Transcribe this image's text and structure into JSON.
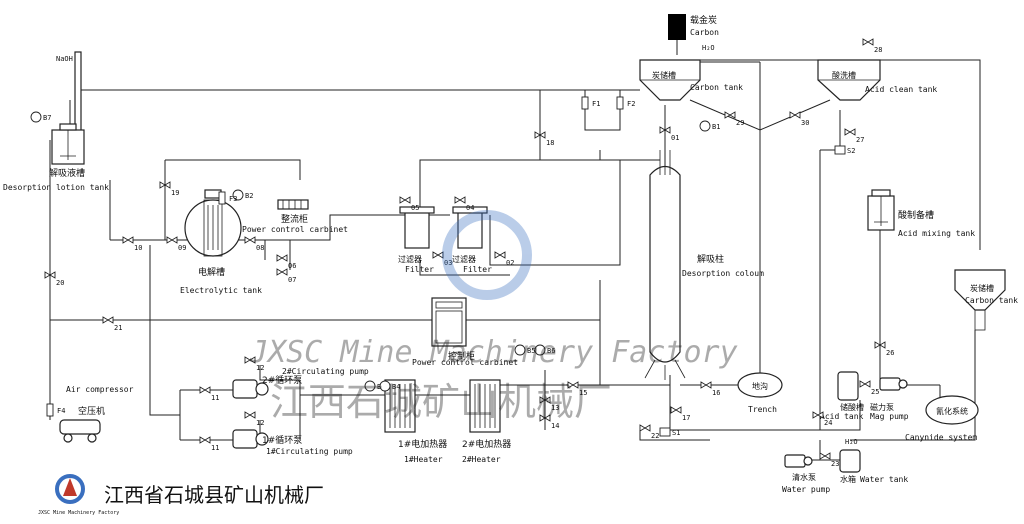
{
  "colors": {
    "line": "#222222",
    "carbon": "#000000",
    "watermark": "#3a6fbf",
    "accent_red": "#c0392b"
  },
  "labels": {
    "carbon_cn": "载金炭",
    "carbon_en": "Carbon",
    "h2o_top": "H₂O",
    "carbon_tank_cn": "炭储槽",
    "carbon_tank_en": "Carbon tank",
    "acid_clean_cn": "酸洗槽",
    "acid_clean_en": "Acid clean tank",
    "naoh": "NaOH",
    "desorption_lotion_cn": "解吸液槽",
    "desorption_lotion_en": "Desorption lotion tank",
    "electrolytic_cn": "电解槽",
    "electrolytic_en": "Electrolytic tank",
    "power_cab_cn": "整流柜",
    "power_cab_en": "Power control carbinet",
    "filter_cn_1": "过滤器",
    "filter_en_1": "Filter",
    "filter_cn_2": "过滤器",
    "filter_en_2": "Filter",
    "desorp_col_cn": "解吸柱",
    "desorp_col_en": "Desorption coloum",
    "acid_mix_cn": "酸制备槽",
    "acid_mix_en": "Acid mixing tank",
    "carbon_tank2_cn": "炭储槽",
    "carbon_tank2_en": "Carbon tank",
    "ctrl_cab_cn": "控制柜",
    "ctrl_cab_en": "Power control carbinet",
    "pump2_cn": "2#循环泵",
    "pump2_en": "2#Circulating pump",
    "pump1_cn": "1#循环泵",
    "pump1_en": "1#Circulating pump",
    "heater1_cn": "1#电加热器",
    "heater1_en": "1#Heater",
    "heater2_cn": "2#电加热器",
    "heater2_en": "2#Heater",
    "air_comp_en": "Air compressor",
    "air_comp_cn": "空压机",
    "trench_cn": "地沟",
    "trench_en": "Trench",
    "acid_tank_cn": "储酸槽",
    "acid_tank_en": "Acid tank",
    "mag_pump_cn": "磁力泵",
    "mag_pump_en": "Mag pump",
    "cyanide_cn": "氰化系统",
    "cyanide_en": "Canynide system",
    "water_pump_cn": "清水泵",
    "water_pump_en": "Water pump",
    "water_tank_cn": "水箱",
    "water_tank_en": "Water tank",
    "h2o_bottom": "H₂O"
  },
  "valves": [
    "01",
    "02",
    "03",
    "04",
    "05",
    "06",
    "07",
    "08",
    "09",
    "10",
    "11",
    "11",
    "12",
    "12",
    "13",
    "14",
    "15",
    "16",
    "17",
    "18",
    "19",
    "20",
    "21",
    "22",
    "23",
    "24",
    "25",
    "26",
    "27",
    "28",
    "29",
    "30"
  ],
  "valve_labels": {
    "v01": "01",
    "v02": "02",
    "v03": "03",
    "v04": "04",
    "v05": "05",
    "v06": "06",
    "v07": "07",
    "v08": "08",
    "v09": "09",
    "v10": "10",
    "v11a": "11",
    "v11b": "11",
    "v12a": "12",
    "v12b": "12",
    "v13": "13",
    "v14": "14",
    "v15": "15",
    "v16": "16",
    "v17": "17",
    "v18": "18",
    "v19": "19",
    "v20": "20",
    "v21": "21",
    "v22": "22",
    "v23": "23",
    "v24": "24",
    "v25": "25",
    "v26": "26",
    "v27": "27",
    "v28": "28",
    "v29": "29",
    "v30": "30"
  },
  "instruments": {
    "b1": "B1",
    "b2": "B2",
    "b3": "B3",
    "b4": "B4",
    "b5": "B5",
    "b6": "B6",
    "b7": "B7",
    "f1": "F1",
    "f2": "F2",
    "f3": "F3",
    "f4": "F4",
    "s1": "S1",
    "s2": "S2"
  },
  "watermark": {
    "en": "JXSC Mine Machinery Factory",
    "cn": "江西石城矿山机械厂"
  },
  "footer": {
    "company_cn": "江西省石城县矿山机械厂",
    "logo_text": "JXSC Mine Machinery Factory"
  }
}
